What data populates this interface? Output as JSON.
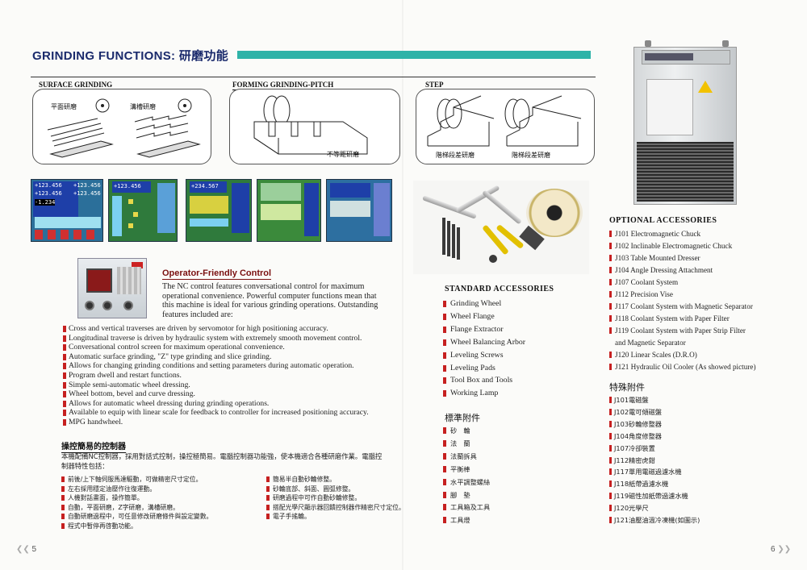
{
  "header": {
    "title_en": "GRINDING FUNCTIONS:",
    "title_zh": "研磨功能"
  },
  "sections": {
    "surface": "SURFACE GRINDING",
    "forming": "FORMING GRINDING-PITCH",
    "step": "STEP"
  },
  "diagram_labels": {
    "flat": "平面研磨",
    "groove": "溝槽研磨",
    "unequal_pitch": "不等距研磨",
    "step1": "階梯段差研磨",
    "step2": "階梯段差研磨"
  },
  "screens": {
    "s1_a": "+123.456",
    "s1_b": "+123.456",
    "s1_c": "-1.234",
    "s1_d": "+123.456",
    "s1_e": "+123.456",
    "s2_a": "+123.456",
    "s3_a": "+234.567"
  },
  "operator": {
    "title": "Operator-Friendly Control",
    "paragraph": "The NC control features conversational control for maximum operational convenience.  Powerful computer functions mean that this machine is ideal for various grinding operations.  Outstanding features included are:",
    "bullets": [
      "Cross and vertical traverses are driven by servomotor for high positioning accuracy.",
      "Longitudinal traverse is driven by hydraulic system with extremely smooth movement control.",
      "Conversational control screen for maximum operational convenience.",
      "Automatic surface grinding, \"Z\" type grinding and slice grinding.",
      "Allows for changing grinding conditions and setting parameters during automatic operation.",
      "Program dwell and restart functions.",
      "Simple semi-automatic wheel dressing.",
      "Wheel bottom, bevel and curve dressing.",
      "Allows for automatic wheel dressing during grinding operations.",
      "Available to equip with linear scale for feedback to controller for increased positioning accuracy.",
      "MPG handwheel."
    ]
  },
  "operator_zh": {
    "title": "操控簡易的控制器",
    "paragraph": "本機配備NC控制器，採用對話式控制，操控極簡易。電腦控制器功能強，使本機適合各種研磨作業。電腦控制器特性包括：",
    "col1": [
      "前後/上下軸伺服馬達驅動，可做精密尺寸定位。",
      "左右採用穩定油壓作往復運動。",
      "人機對話畫面，操作簡單。",
      "自動，平面研磨，Z字研磨，溝槽研磨。",
      "自動研磨過程中，可任意修改研磨條件與設定變數。",
      "程式中暫停再啓動功能。"
    ],
    "col2": [
      "簡易半自動砂輪修整。",
      "砂輪底部、斜面、圓弧修整。",
      "研磨過程中可作自動砂輪修整。",
      "搭配光學尺顯示器回饋控制器作精密尺寸定位。",
      "電子手搖輪。"
    ]
  },
  "pages": {
    "left": "5",
    "right": "6",
    "left_arrow": "❮❮",
    "right_arrow": "❯❯"
  },
  "standard": {
    "title": "STANDARD ACCESSORIES",
    "items": [
      "Grinding Wheel",
      "Wheel Flange",
      "Flange Extractor",
      "Wheel Balancing Arbor",
      "Leveling Screws",
      "Leveling Pads",
      "Tool Box and Tools",
      "Working Lamp"
    ],
    "title_zh": "標準附件",
    "items_zh": [
      "砂　輪",
      "法　蘭",
      "法蘭拆具",
      "平衡棒",
      "水平調整螺絲",
      "腳　墊",
      "工具箱及工具",
      "工具燈"
    ]
  },
  "optional": {
    "title": "OPTIONAL ACCESSORIES",
    "items": [
      "J101 Electromagnetic Chuck",
      "J102 Inclinable Electromagnetic Chuck",
      "J103 Table Mounted Dresser",
      "J104 Angle Dressing Attachment",
      "J107 Coolant System",
      "J112 Precision Vise",
      "J117 Coolant System with Magnetic Separator",
      "J118 Coolant System with Paper Filter",
      "J119 Coolant System with Paper Strip Filter",
      "J120 Linear Scales (D.R.O)",
      "J121 Hydraulic Oil Cooler (As showed picture)"
    ],
    "j119_cont": "and Magnetic Separator",
    "title_zh": "特殊附件",
    "items_zh": [
      "J101電磁盤",
      "J102電可傾磁盤",
      "J103砂輪修整器",
      "J104角度修整器",
      "J107冷卻裝置",
      "J112精密虎鉗",
      "J117單用電磁過濾水機",
      "J118紙帶過濾水機",
      "J119磁性加紙帶過濾水機",
      "J120光學尺",
      "J121油壓油溫冷凍機(如圖示)"
    ]
  },
  "colors": {
    "title": "#1a2a6c",
    "accent_bar": "#2fb3a8",
    "bullet": "#c62020",
    "operator_title": "#7a1010"
  }
}
